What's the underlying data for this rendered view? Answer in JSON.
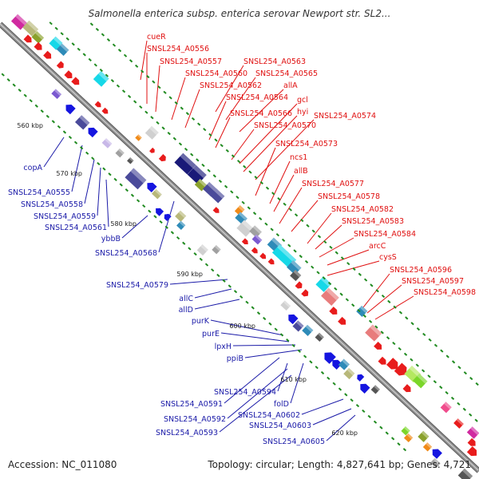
{
  "title": "Salmonella enterica subsp. enterica serovar Newport str. SL2...",
  "footer": {
    "accession": "Accession: NC_011080",
    "topology": "Topology: circular; Length: 4,827,641 bp; Genes: 4,721"
  },
  "colors": {
    "forward_label": "#e01010",
    "reverse_label": "#1a1aa8",
    "backbone": "#8c8c8c",
    "tick": "#1f8a1f"
  },
  "ticks": [
    "560 kbp",
    "570 kbp",
    "580 kbp",
    "590 kbp",
    "600 kbp",
    "610 kbp",
    "620 kbp"
  ],
  "forward_genes": [
    "cueR",
    "SNSL254_A0556",
    "SNSL254_A0557",
    "SNSL254_A0563",
    "SNSL254_A0560",
    "SNSL254_A0565",
    "SNSL254_A0562",
    "allA",
    "SNSL254_A0564",
    "gcl",
    "hyi",
    "SNSL254_A0566",
    "SNSL254_A0574",
    "SNSL254_A0570",
    "SNSL254_A0573",
    "ncs1",
    "allB",
    "SNSL254_A0577",
    "SNSL254_A0578",
    "SNSL254_A0582",
    "SNSL254_A0583",
    "SNSL254_A0584",
    "arcC",
    "cysS",
    "SNSL254_A0596",
    "SNSL254_A0597",
    "SNSL254_A0598"
  ],
  "reverse_genes": [
    "copA",
    "SNSL254_A0555",
    "SNSL254_A0558",
    "SNSL254_A0559",
    "SNSL254_A0561",
    "ybbB",
    "SNSL254_A0568",
    "SNSL254_A0579",
    "allC",
    "allD",
    "purK",
    "purE",
    "lpxH",
    "ppiB",
    "SNSL254_A0594",
    "SNSL254_A0591",
    "folD",
    "SNSL254_A0592",
    "SNSL254_A0602",
    "SNSL254_A0593",
    "SNSL254_A0603",
    "SNSL254_A0605"
  ]
}
